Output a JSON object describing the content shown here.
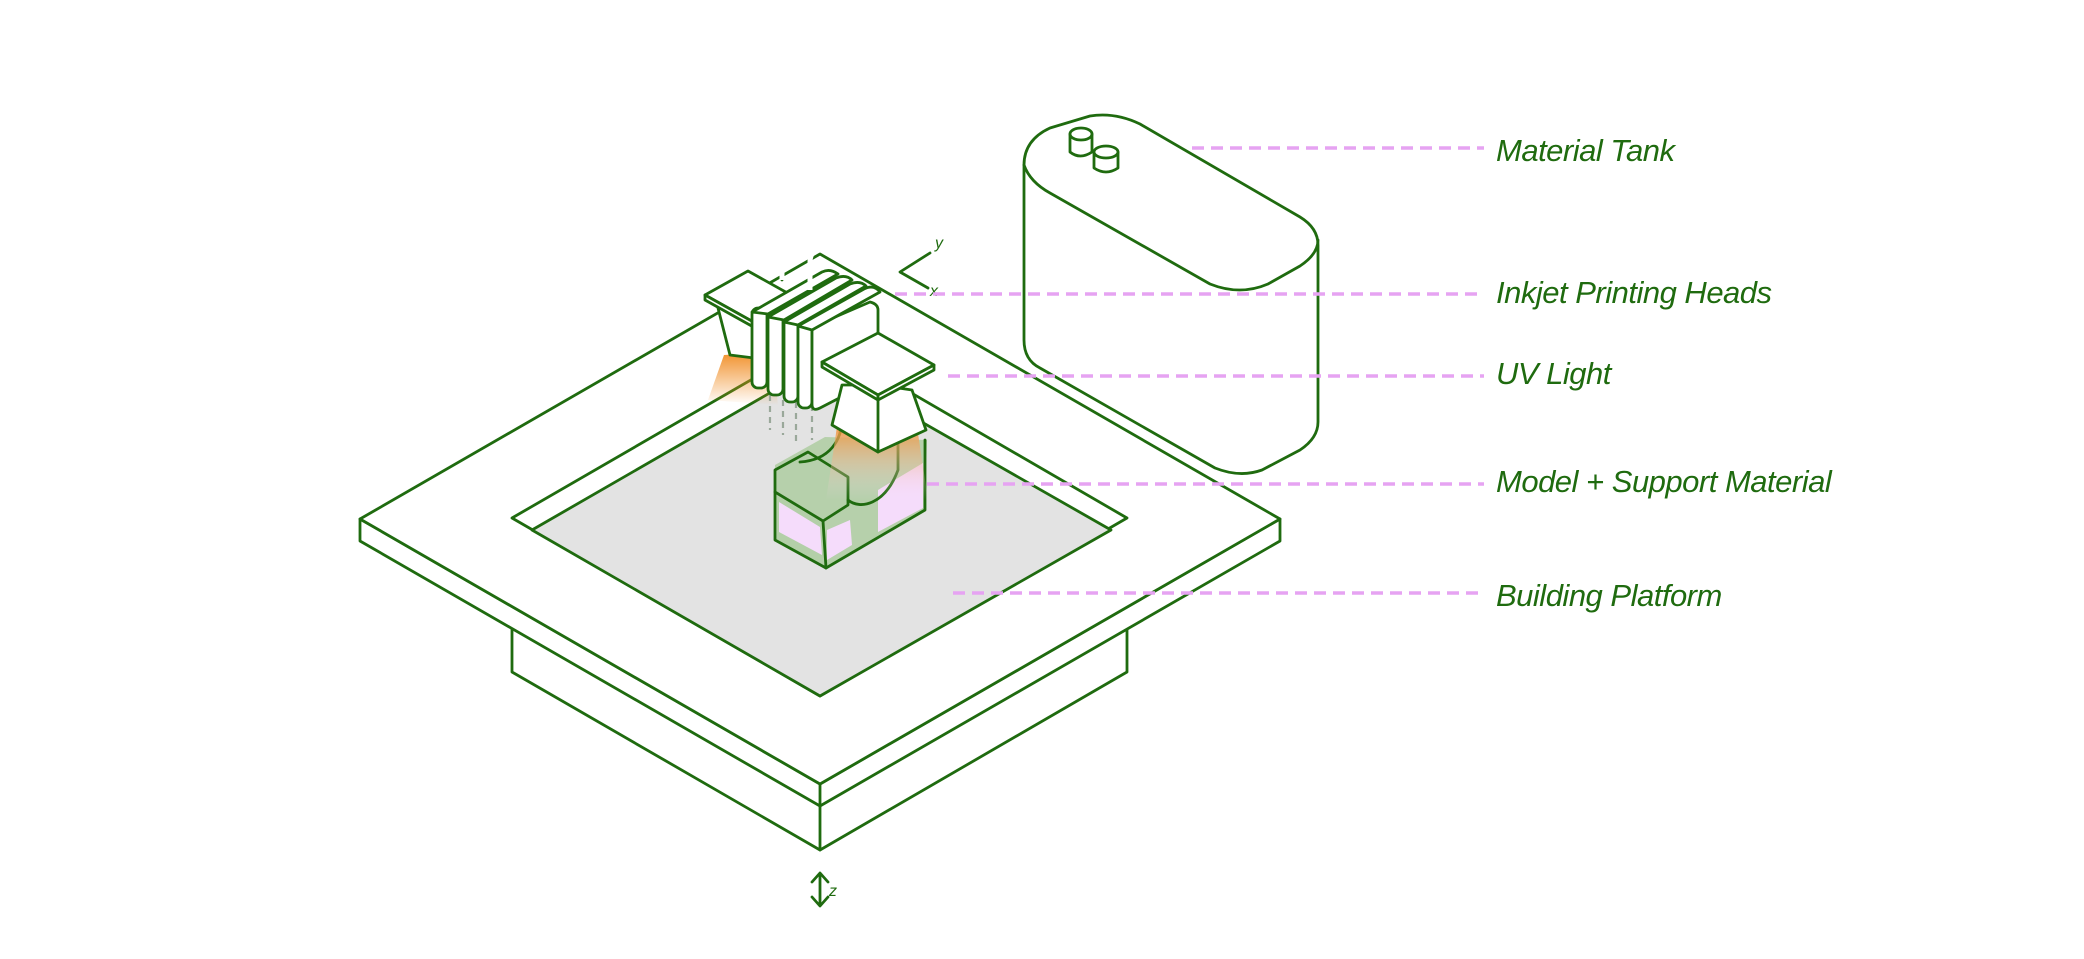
{
  "diagram": {
    "title": "Material Jetting 3D Printer",
    "labels": [
      {
        "id": "material-tank",
        "text": "Material Tank"
      },
      {
        "id": "inkjet-printing-heads",
        "text": "Inkjet Printing Heads"
      },
      {
        "id": "uv-light",
        "text": "UV Light"
      },
      {
        "id": "model-support-material",
        "text": "Model + Support Material"
      },
      {
        "id": "building-platform",
        "text": "Building Platform"
      }
    ],
    "axes": {
      "x": "x",
      "y": "y",
      "z": "z"
    },
    "colors": {
      "outline": "#1f6b0f",
      "leader_line": "#e6a3f2",
      "platform_floor": "#e3e3e3",
      "model_green": "#b3cfa8",
      "support_pink": "#f5dcfb",
      "uv_glow": "#f08a1e"
    }
  }
}
